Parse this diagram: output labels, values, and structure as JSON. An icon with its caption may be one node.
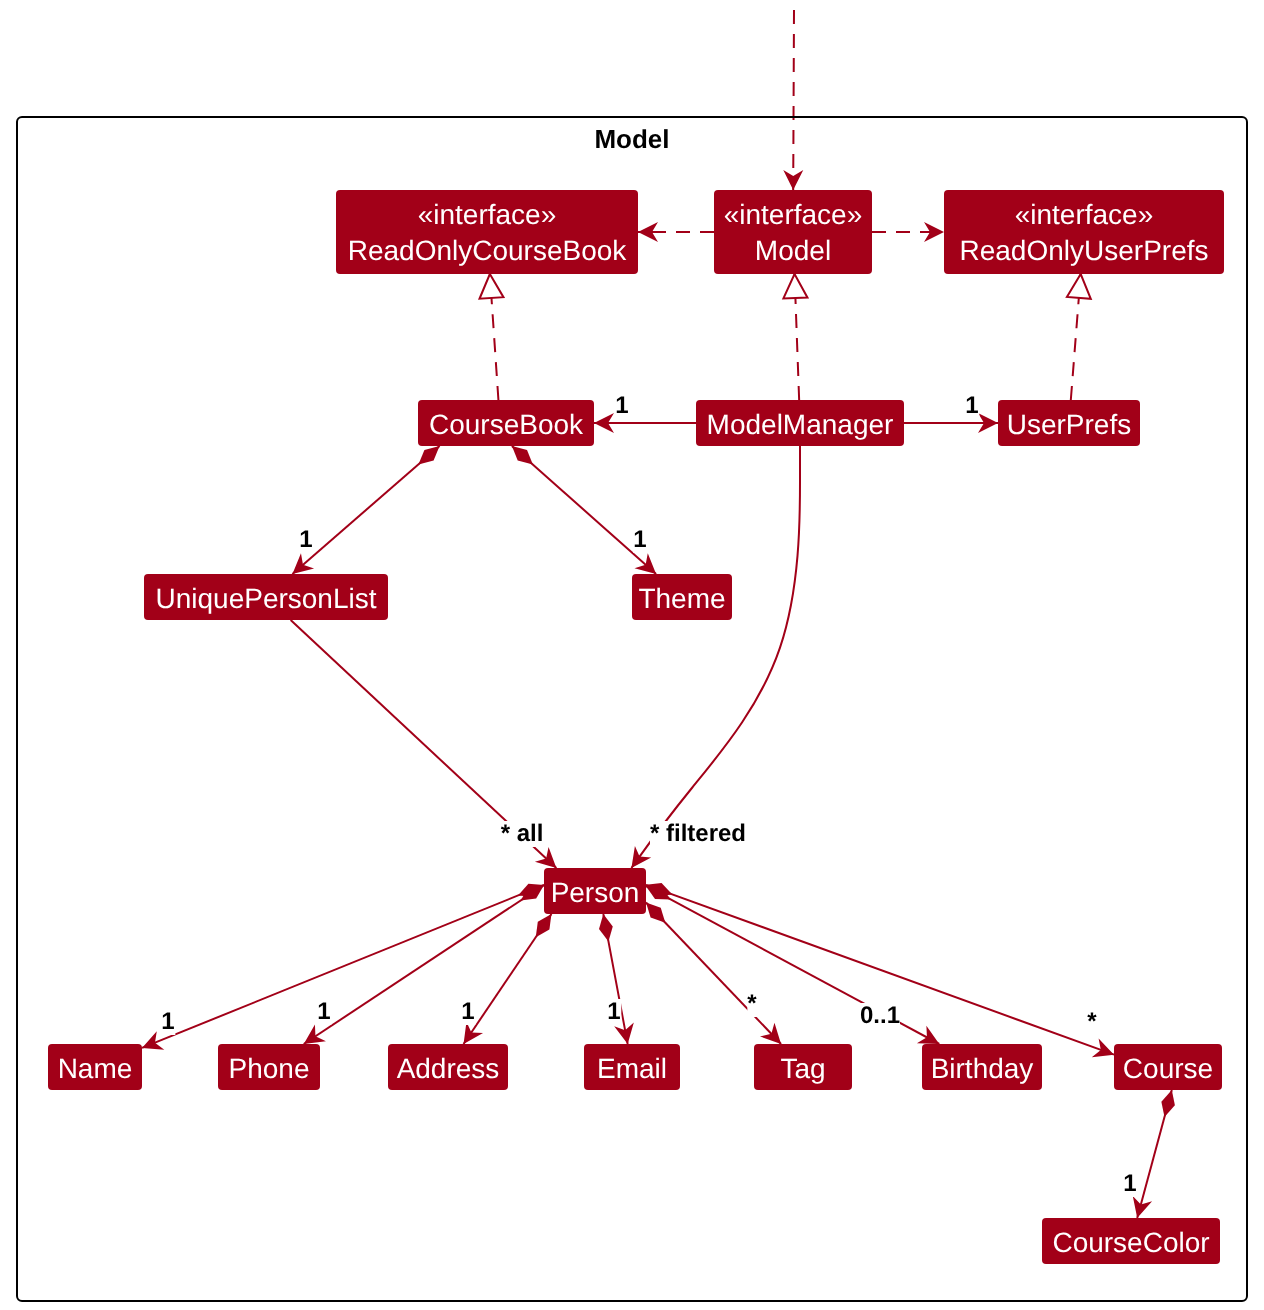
{
  "diagram": {
    "nodes": [
      {
        "text": [
          "Model"
        ]
      },
      {
        "text": [
          "«interface»",
          "ReadOnlyCourseBook"
        ],
        "in": 0
      },
      {
        "text": [
          "«interface»",
          "Model"
        ],
        "in": 0
      },
      {
        "text": [
          "«interface»",
          "ReadOnlyUserPrefs"
        ],
        "in": 0
      },
      {
        "text": [
          "CourseBook"
        ],
        "in": 0
      },
      {
        "text": [
          "ModelManager"
        ],
        "in": 0
      },
      {
        "text": [
          "UserPrefs"
        ],
        "in": 0
      },
      {
        "text": [
          "UniquePersonList"
        ],
        "in": 0
      },
      {
        "text": [
          "Theme"
        ],
        "in": 0
      },
      {
        "text": [
          "Person"
        ],
        "in": 0
      },
      {
        "text": [
          "Name"
        ],
        "in": 0
      },
      {
        "text": [
          "Phone"
        ],
        "in": 0
      },
      {
        "text": [
          "Address"
        ],
        "in": 0
      },
      {
        "text": [
          "Email"
        ],
        "in": 0
      },
      {
        "text": [
          "Tag"
        ],
        "in": 0
      },
      {
        "text": [
          "Birthday"
        ],
        "in": 0
      },
      {
        "text": [
          "Course"
        ],
        "in": 0
      },
      {
        "text": [
          "CourseColor"
        ],
        "in": 0
      }
    ],
    "edges": [
      {
        "from": null,
        "to": 2,
        "arrow": "to",
        "style": "dashed"
      },
      {
        "from": 2,
        "to": 1,
        "arrow": "to",
        "style": "dashed"
      },
      {
        "from": 2,
        "to": 3,
        "arrow": "to",
        "style": "dashed"
      },
      {
        "from": 4,
        "to": 1,
        "arrow": "to",
        "style": "dashed"
      },
      {
        "from": 5,
        "to": 2,
        "arrow": "to",
        "style": "dashed"
      },
      {
        "from": 6,
        "to": 3,
        "arrow": "to",
        "style": "dashed"
      },
      {
        "from": 5,
        "to": 4,
        "arrow": "to",
        "label": "1"
      },
      {
        "from": 5,
        "to": 6,
        "arrow": "to",
        "label": "1"
      },
      {
        "from": 4,
        "to": 7,
        "arrow": "to",
        "label": "1"
      },
      {
        "from": 4,
        "to": 8,
        "arrow": "to",
        "label": "1"
      },
      {
        "from": 7,
        "to": 9,
        "arrow": "to",
        "label": "* all"
      },
      {
        "from": 5,
        "to": 9,
        "arrow": "to",
        "label": "* filtered"
      },
      {
        "from": 9,
        "to": 10,
        "arrow": "to",
        "label": "1"
      },
      {
        "from": 9,
        "to": 11,
        "arrow": "to",
        "label": "1"
      },
      {
        "from": 9,
        "to": 12,
        "arrow": "to",
        "label": "1"
      },
      {
        "from": 9,
        "to": 13,
        "arrow": "to",
        "label": "1"
      },
      {
        "from": 9,
        "to": 14,
        "arrow": "to",
        "label": "*"
      },
      {
        "from": 9,
        "to": 15,
        "arrow": "to",
        "label": "0..1"
      },
      {
        "from": 9,
        "to": 16,
        "arrow": "to",
        "label": "*"
      },
      {
        "from": 16,
        "to": 17,
        "arrow": "to",
        "label": "1"
      }
    ]
  }
}
